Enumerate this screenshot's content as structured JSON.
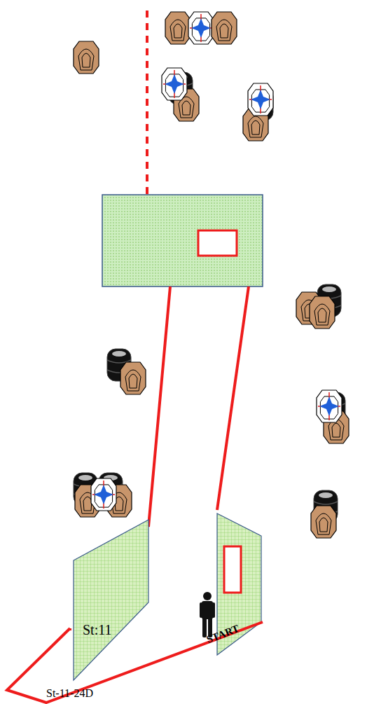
{
  "diagram": {
    "nodes": [
      {
        "text": [
          "St:11"
        ]
      }
    ],
    "labels": [
      "START",
      "St-11-24D"
    ]
  }
}
